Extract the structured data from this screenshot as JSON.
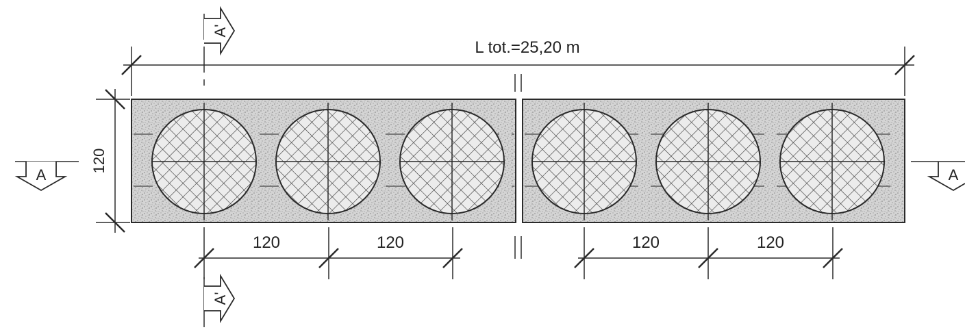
{
  "drawing": {
    "total_length_label": "L tot.=25,20 m",
    "height_label": "120",
    "spacing_labels_left": [
      "120",
      "120"
    ],
    "spacing_labels_right": [
      "120",
      "120"
    ],
    "section_a_label": "A",
    "section_a_prime_label": "A'",
    "pile_count_left": 3,
    "pile_count_right": 3,
    "colors": {
      "line": "#2a2a2a",
      "fill_background": "#d4d4d4",
      "speckle": "#555555",
      "crosshatch": "#333333"
    }
  }
}
